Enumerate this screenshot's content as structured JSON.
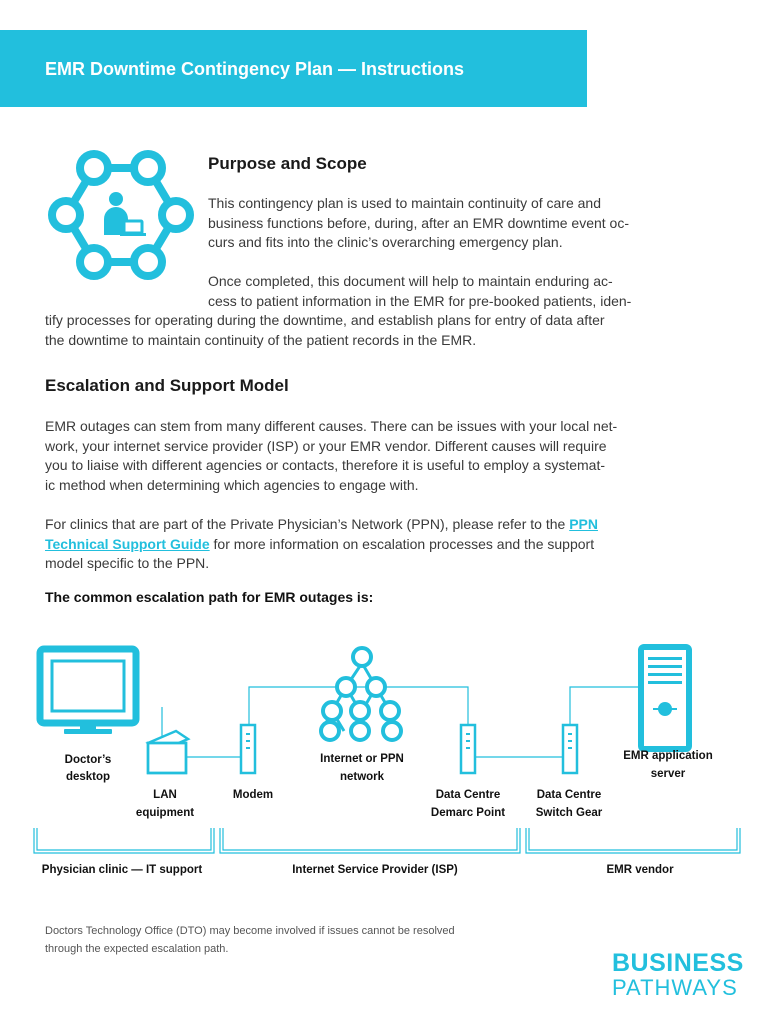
{
  "header": {
    "title": "EMR Downtime Contingency Plan — Instructions"
  },
  "purpose": {
    "heading": "Purpose and Scope",
    "p1": [
      "This contingency plan is used to maintain continuity of care and",
      "business functions before, during, after an EMR downtime event oc-",
      "curs and fits into the clinic’s overarching emergency plan."
    ],
    "p2_indented": [
      "Once completed, this document will help to maintain enduring ac-",
      "cess to patient information in the EMR for pre-booked patients, iden-"
    ],
    "p2_full": [
      "tify processes for operating during the downtime, and establish plans for entry of data after",
      "the downtime to maintain continuity of the patient records in the EMR."
    ]
  },
  "escalation": {
    "heading": "Escalation and Support Model",
    "p1": [
      "EMR outages can stem from many different causes. There can be issues with your local net-",
      "work, your internet service provider (ISP) or your EMR vendor. Different causes will require",
      "you to liaise with different agencies or contacts, therefore it is useful to employ a systemat-",
      "ic method when determining which agencies to engage with."
    ],
    "p2_pre": "For clinics that are part of the Private Physician’s Network (PPN), please refer to the ",
    "p2_link_1": "PPN",
    "p2_link_2": "Technical Support Guide",
    "p2_post": " for more information on escalation processes and the support",
    "p2_line3": "model specific to the PPN.",
    "path_heading": "The common escalation path for EMR outages is:"
  },
  "diagram": {
    "accent": "#22bfdd",
    "nodes": {
      "desktop": [
        "Doctor’s",
        "desktop"
      ],
      "lan": [
        "LAN",
        "equipment"
      ],
      "modem": [
        "Modem"
      ],
      "internet": [
        "Internet or PPN",
        "network"
      ],
      "demarc": [
        "Data Centre",
        "Demarc Point"
      ],
      "switch": [
        "Data Centre",
        "Switch Gear"
      ],
      "server": [
        "EMR application",
        "server"
      ]
    },
    "groups": {
      "clinic": "Physician clinic — IT support",
      "isp": "Internet Service Provider (ISP)",
      "vendor": "EMR vendor"
    }
  },
  "footnote": [
    "Doctors Technology Office (DTO) may become involved if issues cannot be resolved",
    "through the expected escalation path."
  ],
  "brand": {
    "top": "BUSINESS",
    "bottom": "PATHWAYS"
  }
}
